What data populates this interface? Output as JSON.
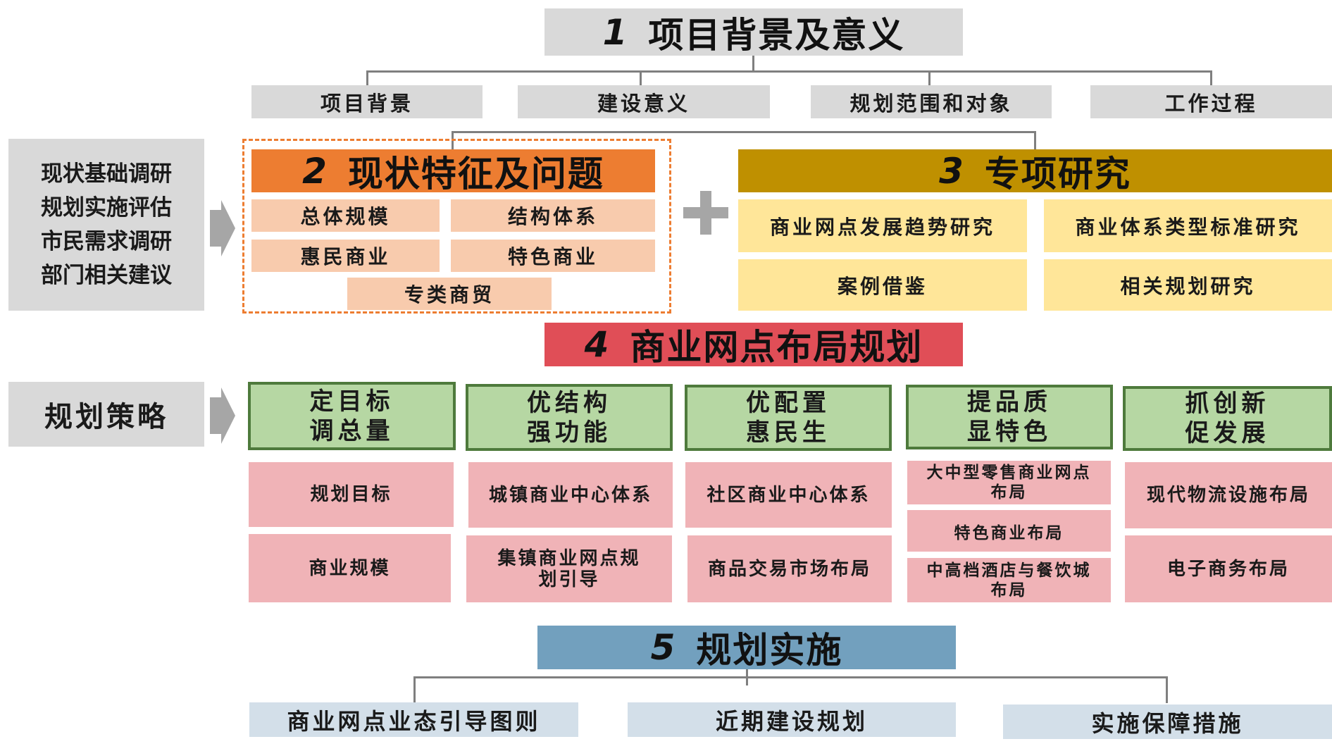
{
  "section1": {
    "num": "1",
    "title": "项目背景及意义",
    "items": [
      "项目背景",
      "建设意义",
      "规划范围和对象",
      "工作过程"
    ]
  },
  "left_panel": {
    "lines": [
      "现状基础调研",
      "规划实施评估",
      "市民需求调研",
      "部门相关建议"
    ]
  },
  "section2": {
    "num": "2",
    "title": "现状特征及问题",
    "items": [
      "总体规模",
      "结构体系",
      "惠民商业",
      "特色商业",
      "专类商贸"
    ]
  },
  "plus_glyph": "+",
  "section3": {
    "num": "3",
    "title": "专项研究",
    "items": [
      "商业网点发展趋势研究",
      "商业体系类型标准研究",
      "案例借鉴",
      "相关规划研究"
    ]
  },
  "section4": {
    "num": "4",
    "title": "商业网点布局规划"
  },
  "strategy_label": "规划策略",
  "strategies": [
    {
      "line1": "定目标",
      "line2": "调总量"
    },
    {
      "line1": "优结构",
      "line2": "强功能"
    },
    {
      "line1": "优配置",
      "line2": "惠民生"
    },
    {
      "line1": "提品质",
      "line2": "显特色"
    },
    {
      "line1": "抓创新",
      "line2": "促发展"
    }
  ],
  "plans": {
    "col1": [
      "规划目标",
      "商业规模"
    ],
    "col2": [
      "城镇商业中心体系",
      "集镇商业网点规划引导"
    ],
    "col3": [
      "社区商业中心体系",
      "商品交易市场布局"
    ],
    "col4": [
      "大中型零售商业网点布局",
      "特色商业布局",
      "中高档酒店与餐饮城布局"
    ],
    "col5": [
      "现代物流设施布局",
      "电子商务布局"
    ]
  },
  "section5": {
    "num": "5",
    "title": "规划实施",
    "items": [
      "商业网点业态引导图则",
      "近期建设规划",
      "实施保障措施"
    ]
  },
  "colors": {
    "gray": "#d9d9d9",
    "orange": "#ed7d31",
    "peach": "#f8cbad",
    "gold": "#bf9000",
    "cream": "#ffe699",
    "red": "#e04e57",
    "green": "#b6d7a3",
    "pink": "#f0b3b7",
    "blue": "#72a0be",
    "light_blue": "#d3dfe9"
  }
}
